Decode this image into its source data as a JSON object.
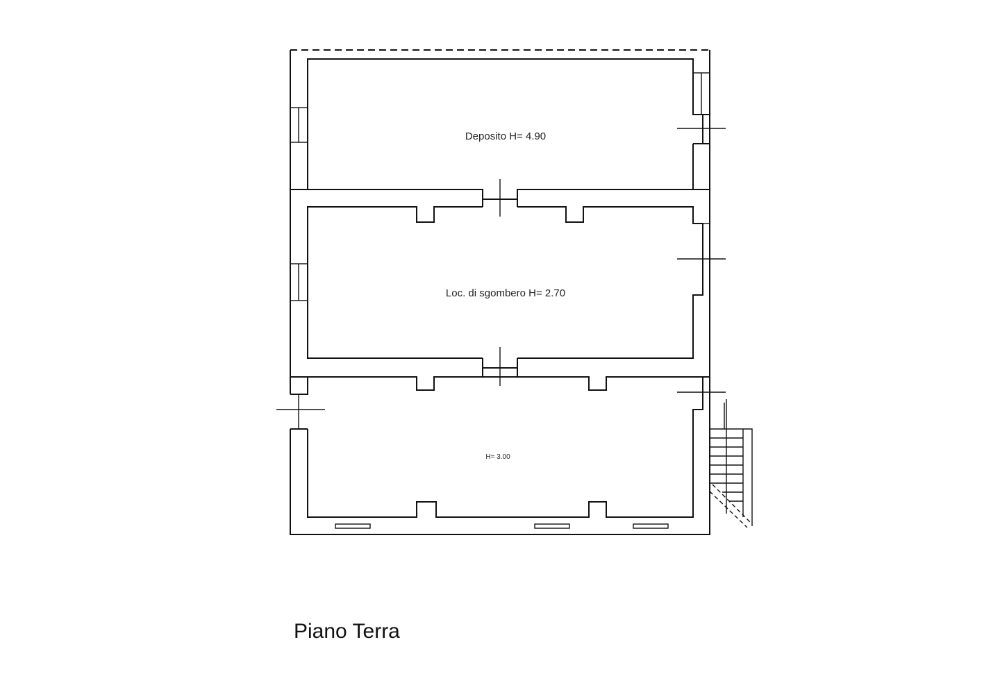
{
  "plan": {
    "title": "Piano Terra",
    "rooms": [
      {
        "name": "Deposito H= 4.90"
      },
      {
        "name": "Loc. di sgombero H= 2.70"
      },
      {
        "name": "H= 3.00"
      }
    ]
  }
}
